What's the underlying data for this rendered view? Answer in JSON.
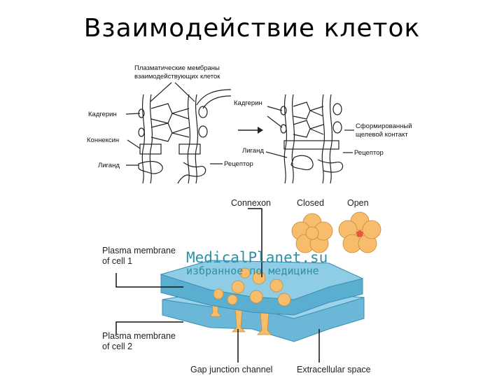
{
  "title": "Взаимодействие клеток",
  "top_diagram": {
    "membranes_label_line1": "Плазматические мембраны",
    "membranes_label_line2": "взаимодействующих клеток",
    "cadherin_left": "Кадгерин",
    "connexin": "Коннексин",
    "ligand_left": "Лиганд",
    "receptor_left": "Рецептор",
    "cadherin_right": "Кадгерин",
    "formed_contact_line1": "Сформированный",
    "formed_contact_line2": "щелевой контакт",
    "ligand_right": "Лиганд",
    "receptor_right": "Рецептор"
  },
  "bottom_diagram": {
    "connexon": "Connexon",
    "closed": "Closed",
    "open": "Open",
    "membrane1_line1": "Plasma membrane",
    "membrane1_line2": "of cell 1",
    "membrane2_line1": "Plasma membrane",
    "membrane2_line2": "of cell 2",
    "gap_channel": "Gap junction channel",
    "extracellular": "Extracellular space",
    "watermark_line1": "MedicalPlanet.su",
    "watermark_line2": "избранное по медицине"
  },
  "colors": {
    "membrane_top": "#8fcce6",
    "membrane_side": "#5aaed0",
    "connexin": "#f7bd6c",
    "open_center": "#e8593c",
    "watermark": "#2f8fa6"
  }
}
